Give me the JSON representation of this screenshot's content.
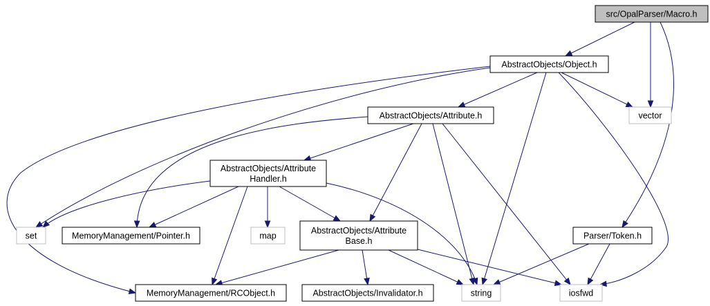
{
  "colors": {
    "edge": "#191970",
    "root_fill": "#bfbfbf",
    "node_border": "#000000",
    "external_border": "#bfbfbf",
    "background": "#ffffff"
  },
  "nodes": {
    "macro": {
      "lines": [
        "src/OpalParser/Macro.h"
      ],
      "kind": "root"
    },
    "object": {
      "lines": [
        "AbstractObjects/Object.h"
      ],
      "kind": "internal"
    },
    "vector": {
      "lines": [
        "vector"
      ],
      "kind": "external"
    },
    "attribute": {
      "lines": [
        "AbstractObjects/Attribute.h"
      ],
      "kind": "internal"
    },
    "attr_handler": {
      "lines": [
        "AbstractObjects/Attribute",
        "Handler.h"
      ],
      "kind": "internal"
    },
    "set": {
      "lines": [
        "set"
      ],
      "kind": "external"
    },
    "pointer": {
      "lines": [
        "MemoryManagement/Pointer.h"
      ],
      "kind": "internal"
    },
    "map": {
      "lines": [
        "map"
      ],
      "kind": "external"
    },
    "attr_base": {
      "lines": [
        "AbstractObjects/Attribute",
        "Base.h"
      ],
      "kind": "internal"
    },
    "token": {
      "lines": [
        "Parser/Token.h"
      ],
      "kind": "internal"
    },
    "rcobject": {
      "lines": [
        "MemoryManagement/RCObject.h"
      ],
      "kind": "internal"
    },
    "invalidator": {
      "lines": [
        "AbstractObjects/Invalidator.h"
      ],
      "kind": "internal"
    },
    "string": {
      "lines": [
        "string"
      ],
      "kind": "external"
    },
    "iosfwd": {
      "lines": [
        "iosfwd"
      ],
      "kind": "external"
    }
  },
  "edges": [
    {
      "from": "macro",
      "to": "object"
    },
    {
      "from": "macro",
      "to": "vector"
    },
    {
      "from": "macro",
      "to": "token"
    },
    {
      "from": "object",
      "to": "vector"
    },
    {
      "from": "object",
      "to": "attribute"
    },
    {
      "from": "object",
      "to": "set"
    },
    {
      "from": "object",
      "to": "rcobject"
    },
    {
      "from": "object",
      "to": "string"
    },
    {
      "from": "object",
      "to": "iosfwd"
    },
    {
      "from": "attribute",
      "to": "attr_handler"
    },
    {
      "from": "attribute",
      "to": "pointer"
    },
    {
      "from": "attribute",
      "to": "attr_base"
    },
    {
      "from": "attribute",
      "to": "string"
    },
    {
      "from": "attribute",
      "to": "iosfwd"
    },
    {
      "from": "attr_handler",
      "to": "set"
    },
    {
      "from": "attr_handler",
      "to": "pointer"
    },
    {
      "from": "attr_handler",
      "to": "map"
    },
    {
      "from": "attr_handler",
      "to": "attr_base"
    },
    {
      "from": "attr_handler",
      "to": "rcobject"
    },
    {
      "from": "attr_handler",
      "to": "string"
    },
    {
      "from": "attr_base",
      "to": "rcobject"
    },
    {
      "from": "attr_base",
      "to": "invalidator"
    },
    {
      "from": "attr_base",
      "to": "string"
    },
    {
      "from": "attr_base",
      "to": "iosfwd"
    },
    {
      "from": "token",
      "to": "string"
    },
    {
      "from": "token",
      "to": "iosfwd"
    }
  ]
}
